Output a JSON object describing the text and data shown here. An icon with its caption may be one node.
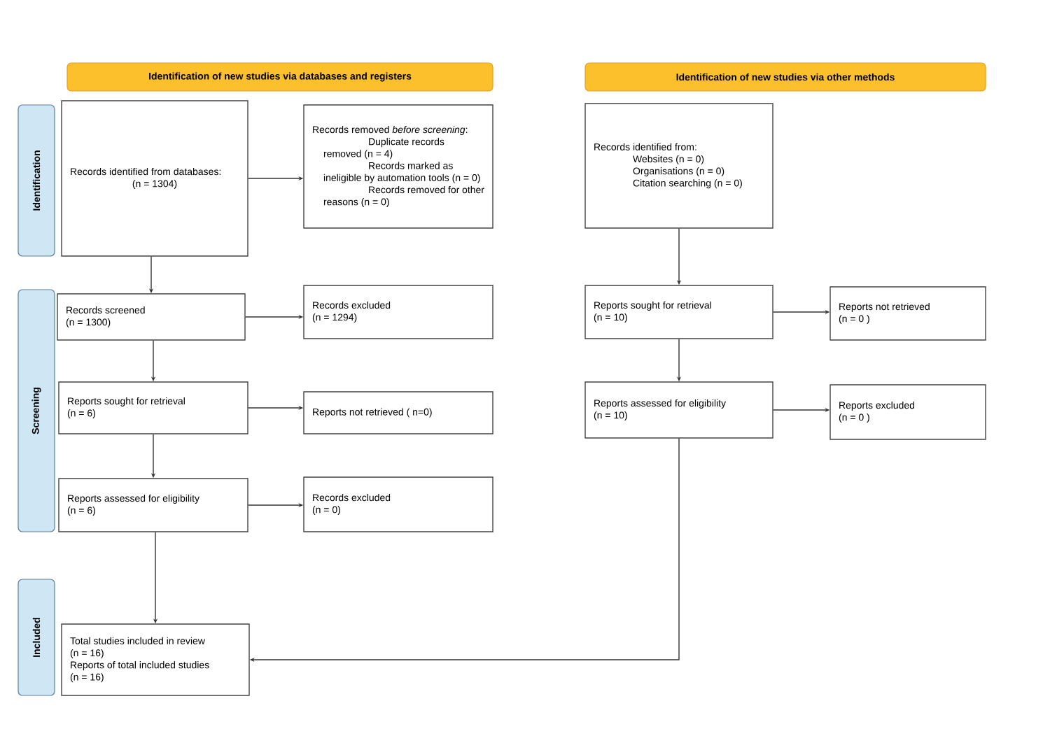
{
  "diagram": {
    "nodes": [
      {
        "text": [
          "Identification of new studies via databases and registers"
        ]
      },
      {
        "text": [
          "Identification of new studies via other methods"
        ]
      },
      {
        "text": [
          "Identification"
        ]
      },
      {
        "text": [
          "Screening"
        ]
      },
      {
        "text": [
          "Included"
        ]
      },
      {
        "text": [
          "Records identified from databases:",
          "(n = 1304)"
        ]
      },
      {
        "text": [
          "Records removed *before screening*:",
          "Duplicate records removed (n = 4)",
          "Records marked as ineligible by automation tools (n = 0)",
          "Records removed for other reasons (n = 0)"
        ]
      },
      {
        "text": [
          "Records screened",
          "(n = 1300)"
        ]
      },
      {
        "text": [
          "Records excluded",
          "(n = 1294)"
        ]
      },
      {
        "text": [
          "Reports sought for retrieval",
          "(n = 6)"
        ]
      },
      {
        "text": [
          "Reports not retrieved ( n=0)"
        ]
      },
      {
        "text": [
          "Reports assessed for eligibility",
          "(n = 6)"
        ]
      },
      {
        "text": [
          "Records excluded",
          "(n = 0)"
        ]
      },
      {
        "text": [
          "Total studies included in review",
          "(n = 16)",
          "Reports of total included studies",
          "(n = 16)"
        ]
      },
      {
        "text": [
          "Records identified from:",
          "Websites (n = 0)",
          "Organisations (n = 0)",
          "Citation searching (n = 0)"
        ]
      },
      {
        "text": [
          "Reports sought for retrieval",
          "(n = 10)"
        ]
      },
      {
        "text": [
          "Reports not retrieved",
          "(n = 0 )"
        ]
      },
      {
        "text": [
          "Reports assessed for eligibility",
          "(n = 10)"
        ]
      },
      {
        "text": [
          "Reports excluded",
          "(n = 0 )"
        ]
      }
    ],
    "edges": [
      {
        "from": 5,
        "to": 6,
        "arrow": "to"
      },
      {
        "from": 5,
        "to": 7,
        "arrow": "to"
      },
      {
        "from": 7,
        "to": 8,
        "arrow": "to"
      },
      {
        "from": 7,
        "to": 9,
        "arrow": "to"
      },
      {
        "from": 9,
        "to": 10,
        "arrow": "to"
      },
      {
        "from": 9,
        "to": 11,
        "arrow": "to"
      },
      {
        "from": 11,
        "to": 12,
        "arrow": "to"
      },
      {
        "from": 11,
        "to": 13,
        "arrow": "to"
      },
      {
        "from": 14,
        "to": 15,
        "arrow": "to"
      },
      {
        "from": 15,
        "to": 16,
        "arrow": "to"
      },
      {
        "from": 15,
        "to": 17,
        "arrow": "to"
      },
      {
        "from": 17,
        "to": 18,
        "arrow": "to"
      },
      {
        "from": 17,
        "to": 13,
        "arrow": "to"
      }
    ]
  }
}
